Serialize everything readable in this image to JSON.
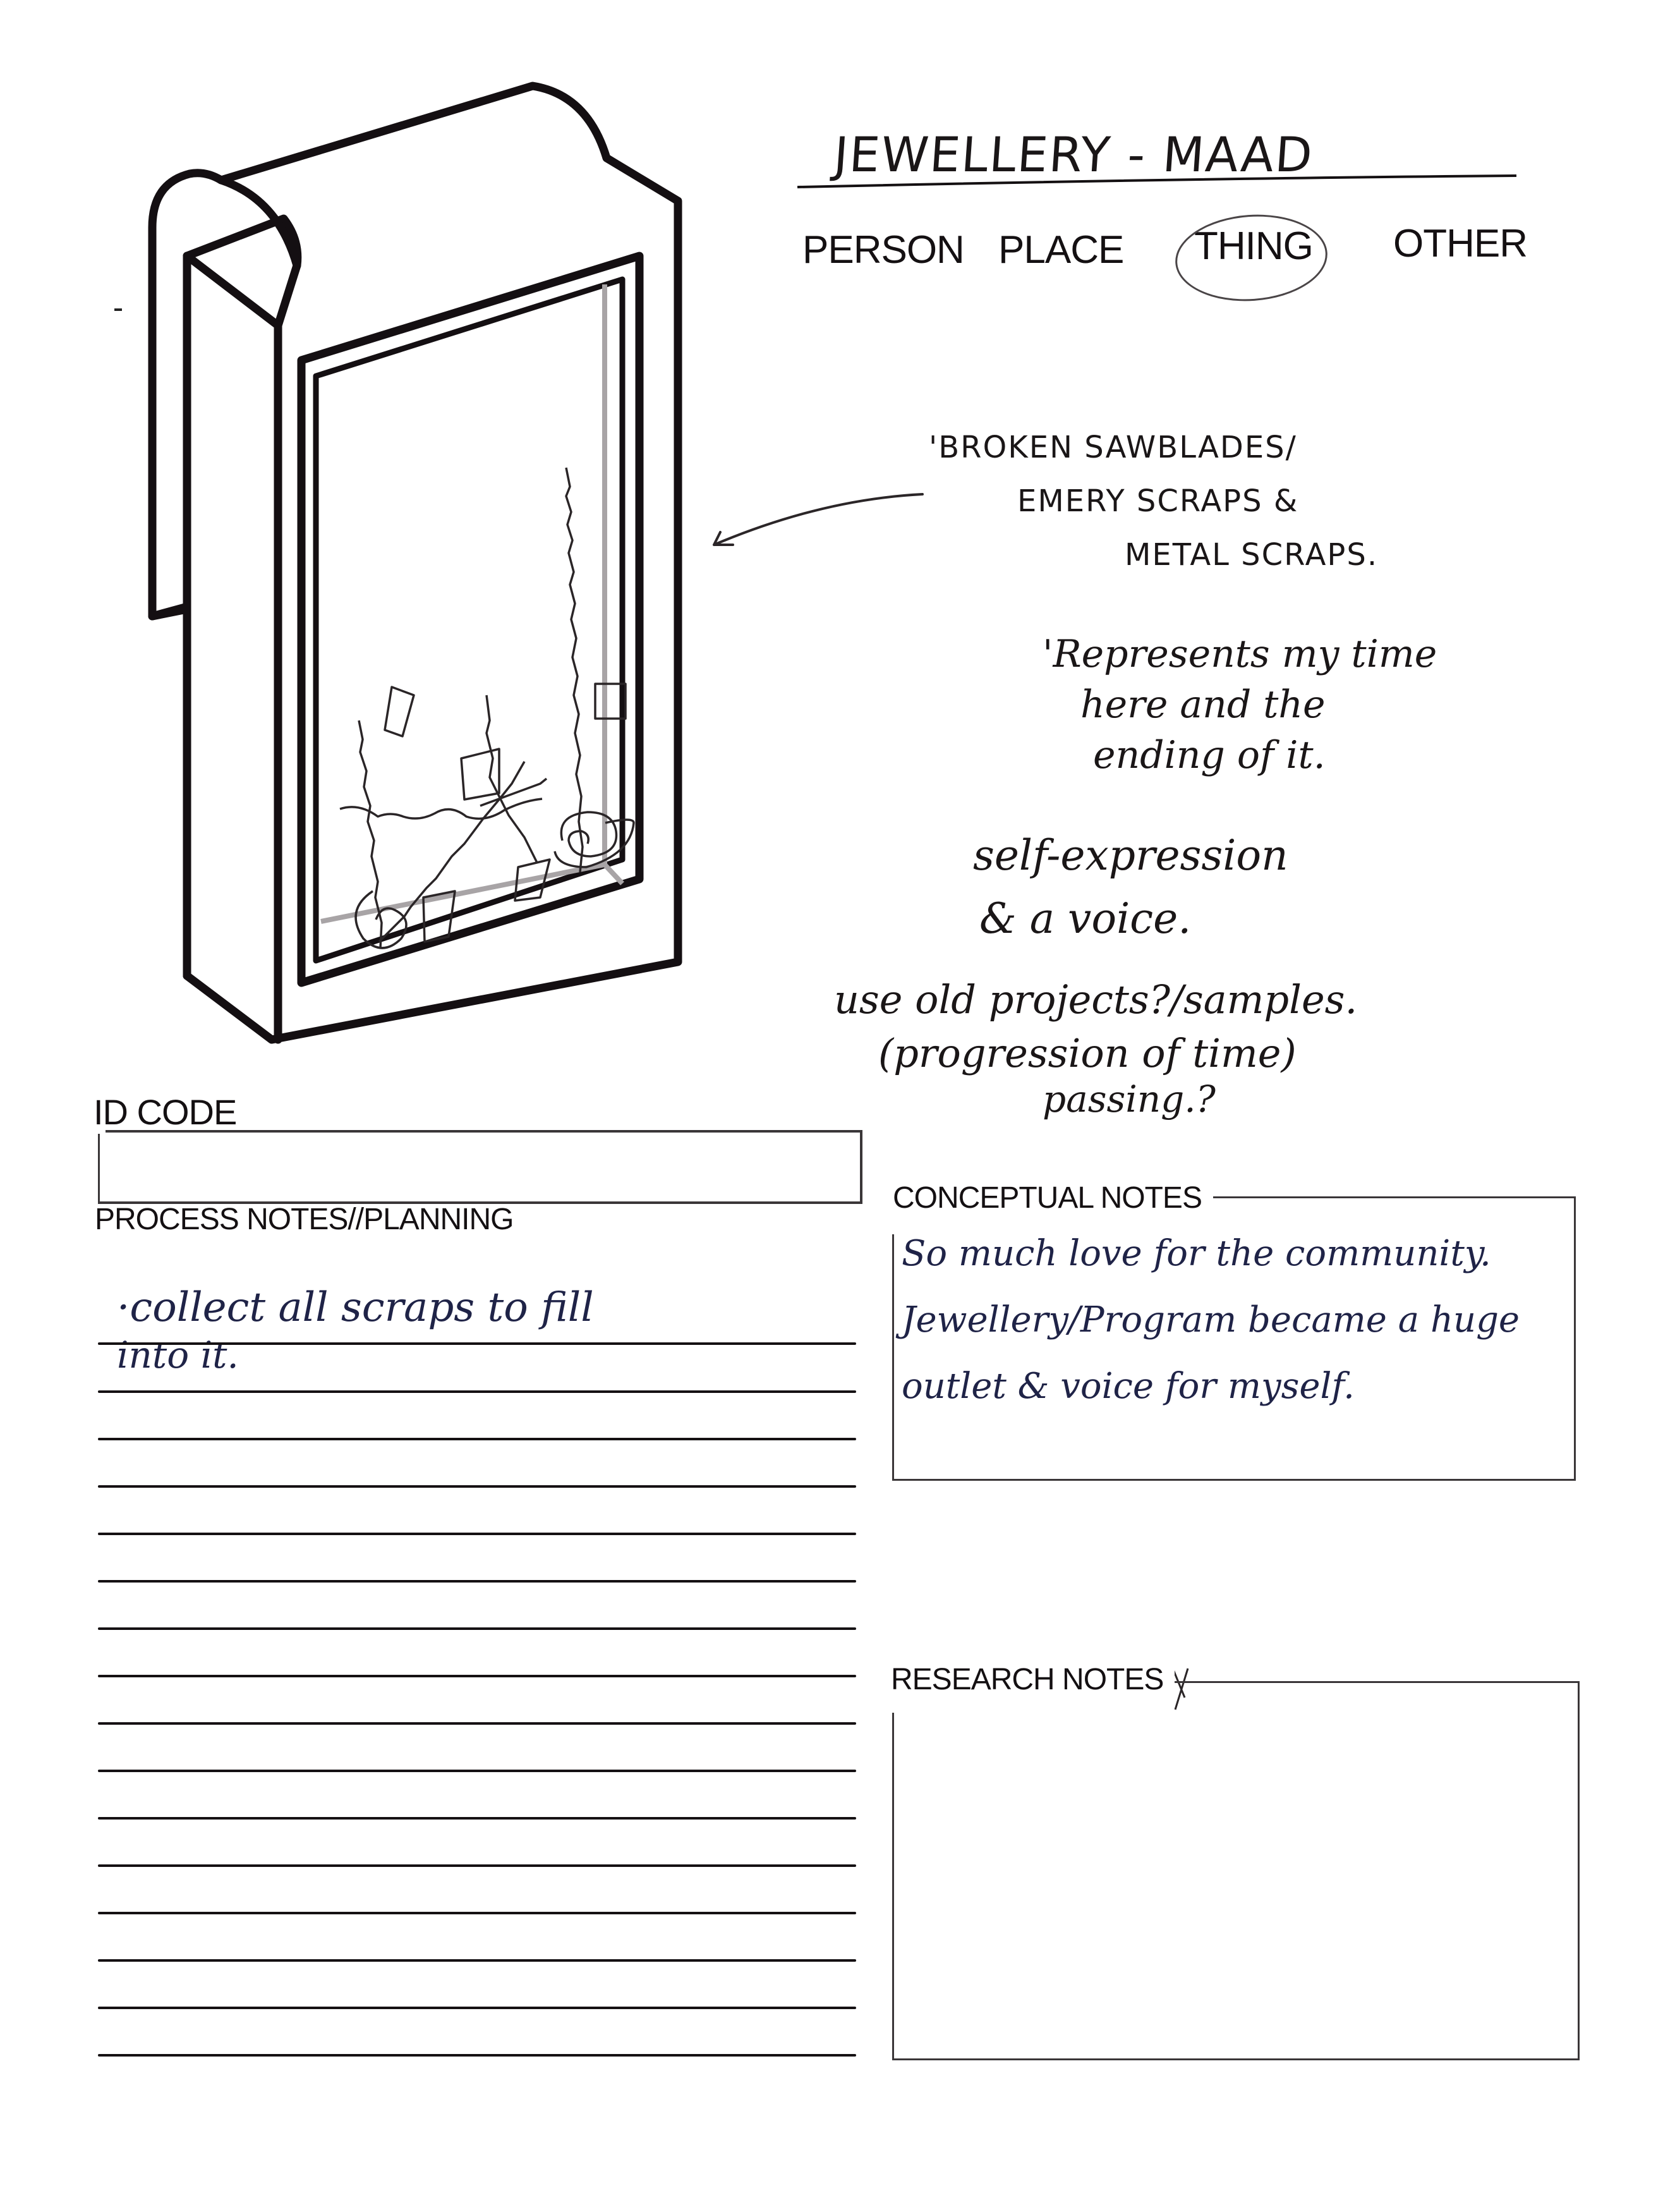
{
  "header": {
    "title": "JEWELLERY - MAAD",
    "categories": [
      {
        "label": "PERSON",
        "selected": false
      },
      {
        "label": "PLACE",
        "selected": false
      },
      {
        "label": "THING",
        "selected": true
      },
      {
        "label": "OTHER",
        "selected": false
      }
    ]
  },
  "drawing": {
    "subject": "wall-mounted display box with scraps inside",
    "stray_mark": "-"
  },
  "annotations": {
    "materials": [
      "'BROKEN SAWBLADES/",
      "EMERY SCRAPS &",
      "METAL SCRAPS."
    ],
    "meaning": [
      "'Represents my time",
      "here and the",
      "ending of it."
    ],
    "expression": [
      "self-expression",
      "& a voice."
    ],
    "ideas": [
      "use old projects?/samples.",
      "(progression of time)",
      "passing.?"
    ]
  },
  "form": {
    "id_code": {
      "label": "ID CODE",
      "value": ""
    },
    "process_notes": {
      "label": "PROCESS NOTES//PLANNING",
      "lines": [
        "·collect all scraps to fill",
        "into it.",
        "",
        "",
        "",
        "",
        "",
        "",
        "",
        "",
        "",
        "",
        "",
        "",
        ""
      ]
    },
    "conceptual_notes": {
      "label": "CONCEPTUAL NOTES",
      "lines": [
        "So much love for the community.",
        "Jewellery/Program became a huge",
        "outlet & voice for myself."
      ]
    },
    "research_notes": {
      "label": "RESEARCH NOTES",
      "mark": "X",
      "value": ""
    }
  }
}
